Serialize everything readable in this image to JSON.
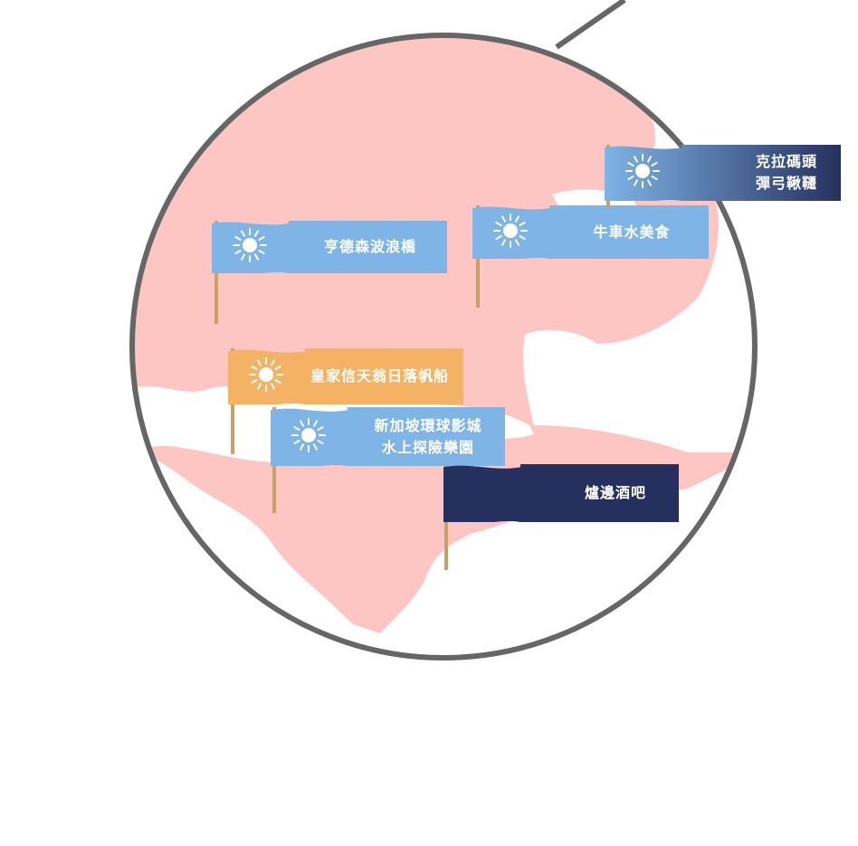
{
  "colors": {
    "land": "#fdc6c2",
    "water": "#ffffff",
    "ring": "#666666",
    "sky": "#7eb4e6",
    "sunset": "#f3b264",
    "night": "#26305e",
    "pole": "#c9a06a"
  },
  "flags": [
    {
      "id": "henderson",
      "icon": [
        "sun-icon"
      ],
      "lines": [
        "亨德森波浪橋"
      ]
    },
    {
      "id": "chinatown",
      "icon": [
        "sun-icon"
      ],
      "lines": [
        "牛車水美食"
      ]
    },
    {
      "id": "clarke-quay",
      "icon": [
        "sun-icon",
        "moon-icon"
      ],
      "lines": [
        "克拉碼頭",
        "彈弓鞦韆"
      ]
    },
    {
      "id": "royal-albatross",
      "icon": [
        "sun-icon"
      ],
      "lines": [
        "皇家信天翁日落帆船"
      ]
    },
    {
      "id": "universal",
      "icon": [
        "sun-icon"
      ],
      "lines": [
        "新加坡環球影城",
        "水上探險樂園"
      ]
    },
    {
      "id": "fireside-bar",
      "icon": [
        "moon-icon"
      ],
      "lines": [
        "爐邊酒吧"
      ]
    }
  ]
}
